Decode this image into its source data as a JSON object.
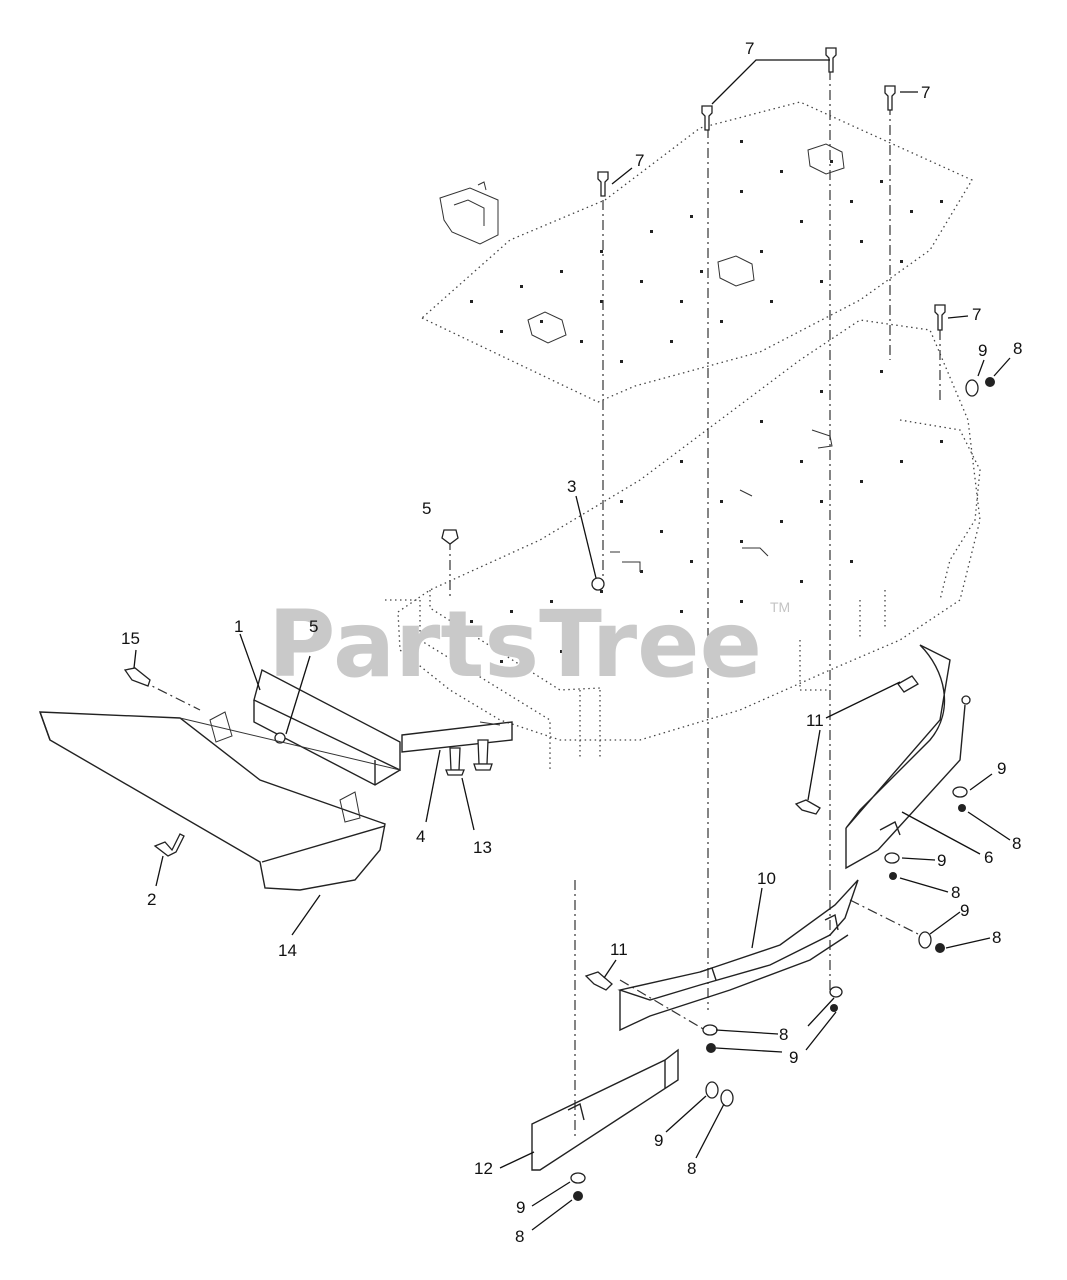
{
  "watermark": {
    "brand": "PartsTree",
    "trademark": "TM"
  },
  "callouts": [
    {
      "id": "c7a",
      "label": "7"
    },
    {
      "id": "c7b",
      "label": "7"
    },
    {
      "id": "c7c",
      "label": "7"
    },
    {
      "id": "c7d",
      "label": "7"
    },
    {
      "id": "c9a",
      "label": "9"
    },
    {
      "id": "c8a",
      "label": "8"
    },
    {
      "id": "c3",
      "label": "3"
    },
    {
      "id": "c5a",
      "label": "5"
    },
    {
      "id": "c15",
      "label": "15"
    },
    {
      "id": "c1",
      "label": "1"
    },
    {
      "id": "c5b",
      "label": "5"
    },
    {
      "id": "c4",
      "label": "4"
    },
    {
      "id": "c13",
      "label": "13"
    },
    {
      "id": "c2",
      "label": "2"
    },
    {
      "id": "c14",
      "label": "14"
    },
    {
      "id": "c11a",
      "label": "11"
    },
    {
      "id": "c9b",
      "label": "9"
    },
    {
      "id": "c8b",
      "label": "8"
    },
    {
      "id": "c6",
      "label": "6"
    },
    {
      "id": "c9c",
      "label": "9"
    },
    {
      "id": "c8c",
      "label": "8"
    },
    {
      "id": "c10",
      "label": "10"
    },
    {
      "id": "c9d",
      "label": "9"
    },
    {
      "id": "c8d",
      "label": "8"
    },
    {
      "id": "c11b",
      "label": "11"
    },
    {
      "id": "c8e",
      "label": "8"
    },
    {
      "id": "c9e",
      "label": "9"
    },
    {
      "id": "c9f",
      "label": "9"
    },
    {
      "id": "c8f",
      "label": "8"
    },
    {
      "id": "c12",
      "label": "12"
    },
    {
      "id": "c9g",
      "label": "9"
    },
    {
      "id": "c8g",
      "label": "8"
    }
  ]
}
